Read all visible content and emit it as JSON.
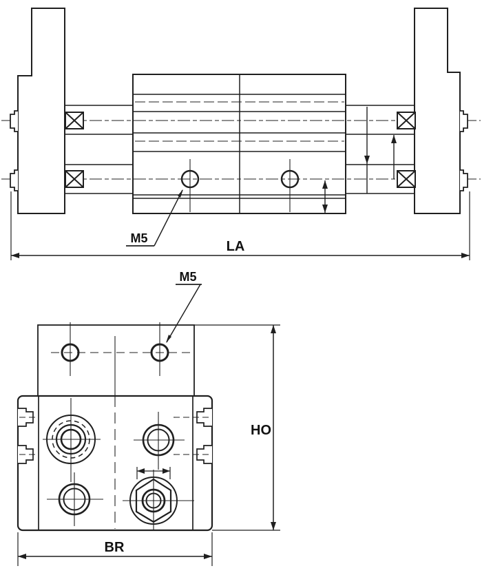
{
  "drawing": {
    "side_view": {
      "thread_label": "M5",
      "length_dim": "LA"
    },
    "end_view": {
      "thread_label": "M5",
      "height_dim": "HO",
      "width_dim": "BR"
    },
    "colors": {
      "line": "#1f1f1f",
      "background": "#ffffff"
    }
  }
}
